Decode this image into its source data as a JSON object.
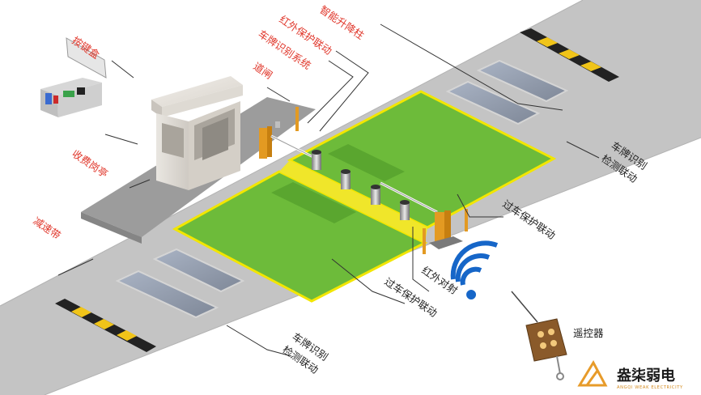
{
  "labels": {
    "keypad_box": "按键盒",
    "smart_bollard": "智能升降柱",
    "infrared_linkage": "红外保护联动",
    "plate_system": "车牌识别系统",
    "barrier_gate": "道闸",
    "toll_booth": "收费岗亭",
    "speed_bump": "减速带",
    "plate_detect_right_1": "车牌识别",
    "plate_detect_right_2": "检测联动",
    "pass_protect_right": "过车保护联动",
    "infrared_beam": "红外对射",
    "pass_protect_bottom": "过车保护联动",
    "remote": "遥控器",
    "plate_detect_bottom_1": "车牌识别",
    "plate_detect_bottom_2": "检测联动"
  },
  "brand": {
    "name_cn": "盎柒弱电",
    "name_en": "ANGQI WEAK ELECTRICITY"
  },
  "colors": {
    "label": "#e0362a",
    "road": "#c4c4c4",
    "island": "#9c9c9c",
    "loop_zone": "#6dbb3a",
    "zone_border": "#f2e600",
    "wifi": "#1666c8",
    "brand_accent": "#e79b2a"
  },
  "icons": [
    "control-box-icon",
    "remote-control-icon",
    "wifi-signal-icon",
    "brand-logo-icon"
  ]
}
